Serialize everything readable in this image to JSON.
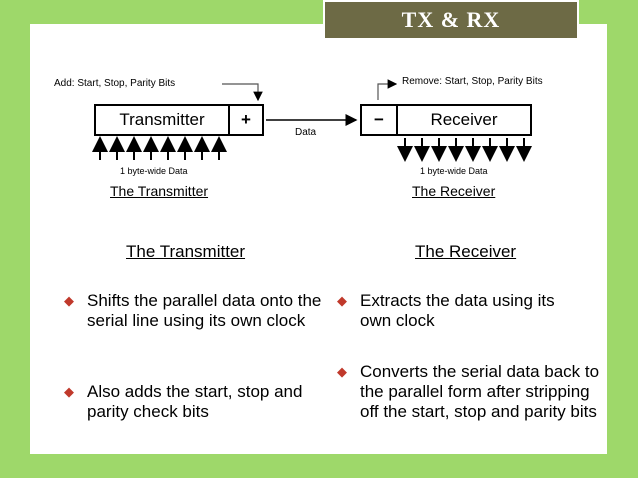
{
  "slide_title": "TX & RX",
  "diagram": {
    "add_label": "Add: Start, Stop, Parity Bits",
    "remove_label": "Remove: Start, Stop, Parity Bits",
    "transmitter_box": "Transmitter",
    "plus_box": "+",
    "minus_box": "−",
    "receiver_box": "Receiver",
    "data_label": "Data",
    "tx_byte_label": "1 byte-wide Data",
    "rx_byte_label": "1 byte-wide Data",
    "tx_caption": "The Transmitter",
    "rx_caption": "The Receiver"
  },
  "transmitter": {
    "heading": "The Transmitter",
    "bullets": [
      "Shifts the parallel data onto the serial line using its own clock",
      "Also adds the start, stop and parity check bits"
    ]
  },
  "receiver": {
    "heading": "The Receiver",
    "bullets": [
      "Extracts the data using its own clock",
      "Converts the serial data back to the parallel form after stripping off the start, stop and parity bits"
    ]
  },
  "colors": {
    "background": "#9ed86a",
    "title_box": "#6d6a45",
    "bullet": "#c0392b"
  }
}
